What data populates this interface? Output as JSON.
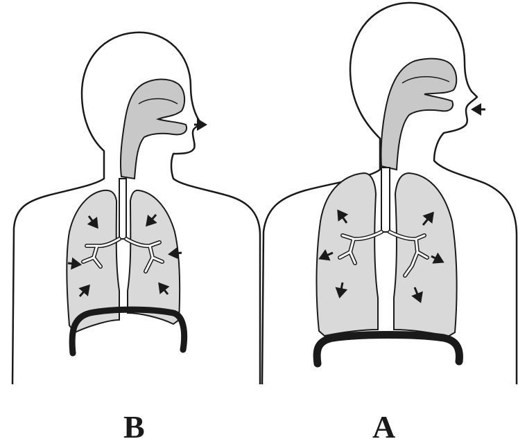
{
  "figure": {
    "panels": [
      {
        "id": "B",
        "label": "B"
      },
      {
        "id": "A",
        "label": "A"
      }
    ],
    "colors": {
      "outline": "#1a1a1a",
      "lung_fill": "#d9d9d9",
      "airway_fill": "#c8c8c8",
      "background": "#ffffff"
    }
  }
}
